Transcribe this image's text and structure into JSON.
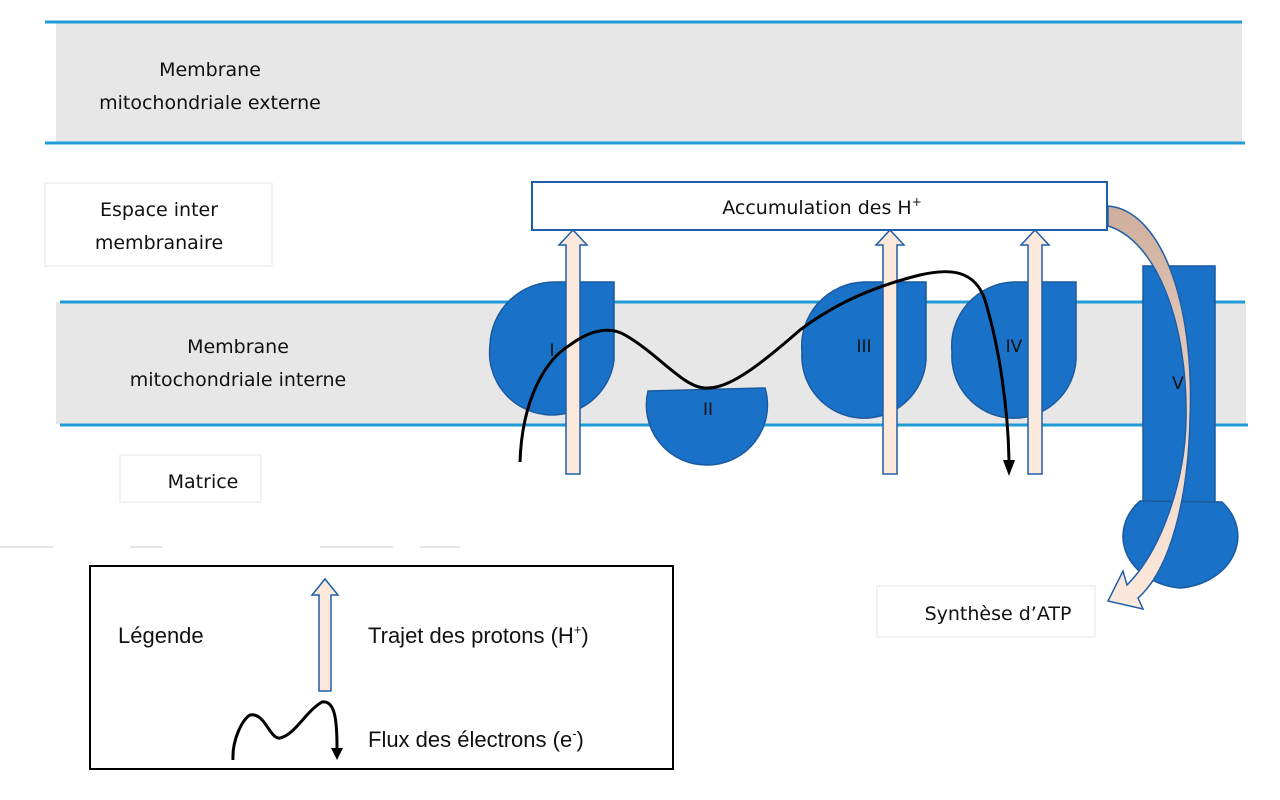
{
  "regions": {
    "outer_membrane": {
      "line1": "Membrane",
      "line2": "mitochondriale externe"
    },
    "intermembrane_space": {
      "line1": "Espace inter",
      "line2": "membranaire"
    },
    "inner_membrane": {
      "line1": "Membrane",
      "line2": "mitochondriale interne"
    },
    "matrix": "Matrice"
  },
  "accumulation_box": {
    "text": "Accumulation des H",
    "superscript": "+"
  },
  "complexes": [
    {
      "id": "I",
      "label": "I"
    },
    {
      "id": "II",
      "label": "II"
    },
    {
      "id": "III",
      "label": "III"
    },
    {
      "id": "IV",
      "label": "IV"
    },
    {
      "id": "V",
      "label": "V"
    }
  ],
  "atp_synthesis": "Synthèse d’ATP",
  "legend": {
    "title": "Légende",
    "proton_path": {
      "text": "Trajet des protons (H",
      "superscript": "+",
      "suffix": ")"
    },
    "electron_flow": {
      "text": "Flux des électrons (e",
      "superscript": "-",
      "suffix": ")"
    }
  },
  "colors": {
    "membrane_fill": "#e7e7e7",
    "membrane_line": "#1f9bd7",
    "complex_fill": "#1a72c8",
    "complex_stroke": "#1a5a9e",
    "proton_arrow_fill": "#fde9dc",
    "proton_arrow_stroke": "#1f5fa8",
    "atp_arrow_top": "#d4b8a8",
    "atp_arrow_bottom": "#fde9dc",
    "electron_line": "#000000"
  }
}
